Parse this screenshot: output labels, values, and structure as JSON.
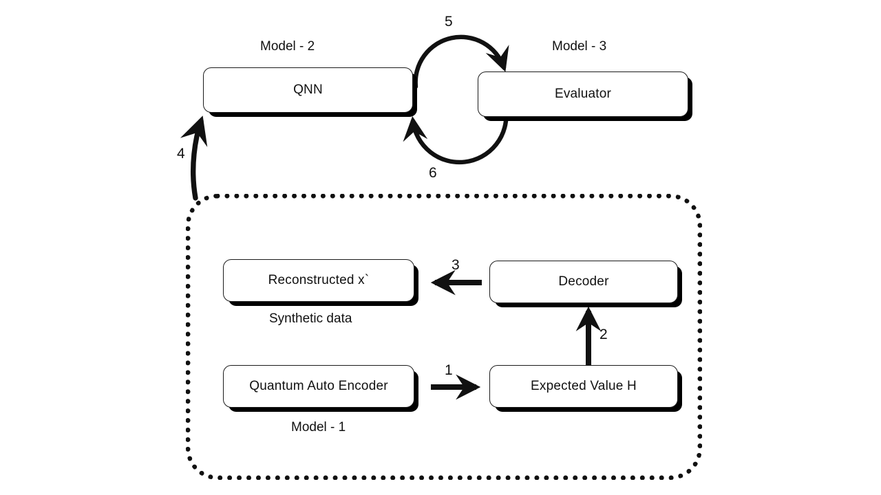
{
  "diagram": {
    "title": "Quantum generative pipeline flow diagram",
    "background_color": "#ffffff",
    "stroke_color": "#111111",
    "boxes": [
      {
        "id": "qnn",
        "label": "QNN"
      },
      {
        "id": "evaluator",
        "label": "Evaluator"
      },
      {
        "id": "recon",
        "label": "Reconstructed x`"
      },
      {
        "id": "decoder",
        "label": "Decoder"
      },
      {
        "id": "qae",
        "label": "Quantum Auto Encoder"
      },
      {
        "id": "expval",
        "label": "Expected Value H"
      }
    ],
    "captions": [
      {
        "id": "model2",
        "text": "Model - 2"
      },
      {
        "id": "model3",
        "text": "Model - 3"
      },
      {
        "id": "synthetic",
        "text": "Synthetic data"
      },
      {
        "id": "model1",
        "text": "Model - 1"
      }
    ],
    "edge_labels": [
      {
        "id": "edge1",
        "text": "1"
      },
      {
        "id": "edge2",
        "text": "2"
      },
      {
        "id": "edge3",
        "text": "3"
      },
      {
        "id": "edge4",
        "text": "4"
      },
      {
        "id": "edge5",
        "text": "5"
      },
      {
        "id": "edge6",
        "text": "6"
      }
    ]
  }
}
